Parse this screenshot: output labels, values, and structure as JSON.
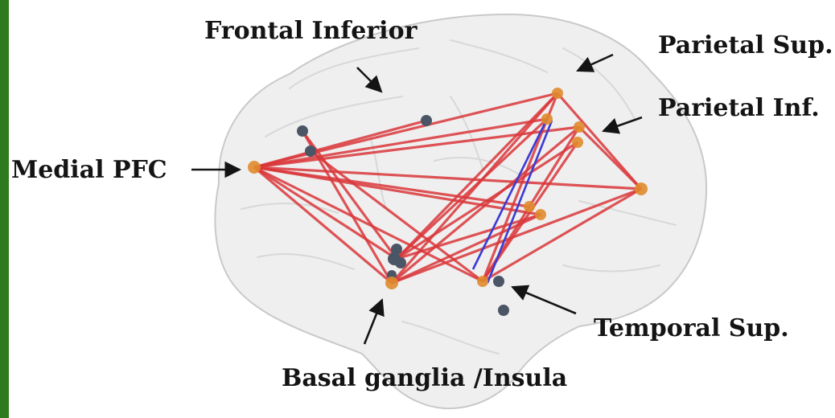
{
  "labels": {
    "frontal_inferior": "Frontal Inferior",
    "parietal_sup": "Parietal Sup.",
    "parietal_inf": "Parietal Inf.",
    "medial_pfc": "Medial PFC",
    "temporal_sup": "Temporal Sup.",
    "basal_ganglia_insula": "Basal ganglia /Insula"
  },
  "colors": {
    "frame_band": "#2f7a1f",
    "brain_fill": "#efefef",
    "brain_stroke": "#c9c9c9",
    "red_edge": "#d9363a",
    "blue_edge": "#3a3ad6",
    "orange_node": "#e08a2c",
    "slate_node": "#4a5566",
    "label_text": "#141414"
  },
  "icons": {
    "arrow": "arrow-icon"
  }
}
